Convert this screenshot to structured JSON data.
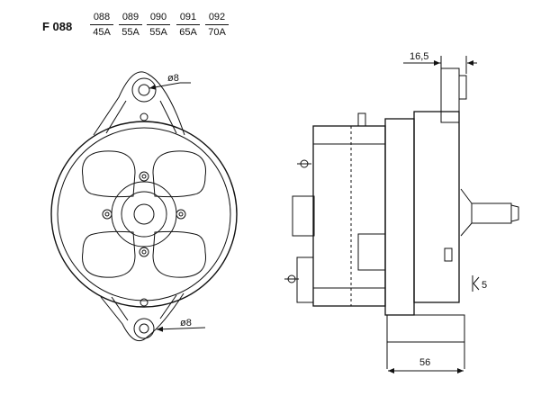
{
  "header": {
    "series": "F 088",
    "variants": [
      {
        "code": "088",
        "amps": "45A"
      },
      {
        "code": "089",
        "amps": "55A"
      },
      {
        "code": "090",
        "amps": "55A"
      },
      {
        "code": "091",
        "amps": "65A"
      },
      {
        "code": "092",
        "amps": "70A"
      }
    ]
  },
  "dimensions": {
    "top_hole": "ø8",
    "bottom_hole": "ø8",
    "top_offset": "16,5",
    "bottom_width": "56",
    "side_gap": "5"
  }
}
